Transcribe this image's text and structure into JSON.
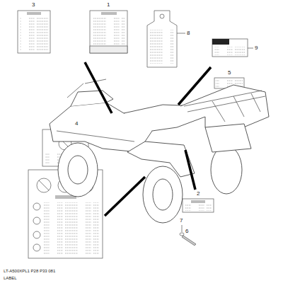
{
  "diagram": {
    "labels": [
      "3",
      "1",
      "8",
      "9",
      "5",
      "4",
      "2",
      "7",
      "6",
      "LT-A500XPL1 P28 P33 081",
      "LABEL"
    ]
  }
}
